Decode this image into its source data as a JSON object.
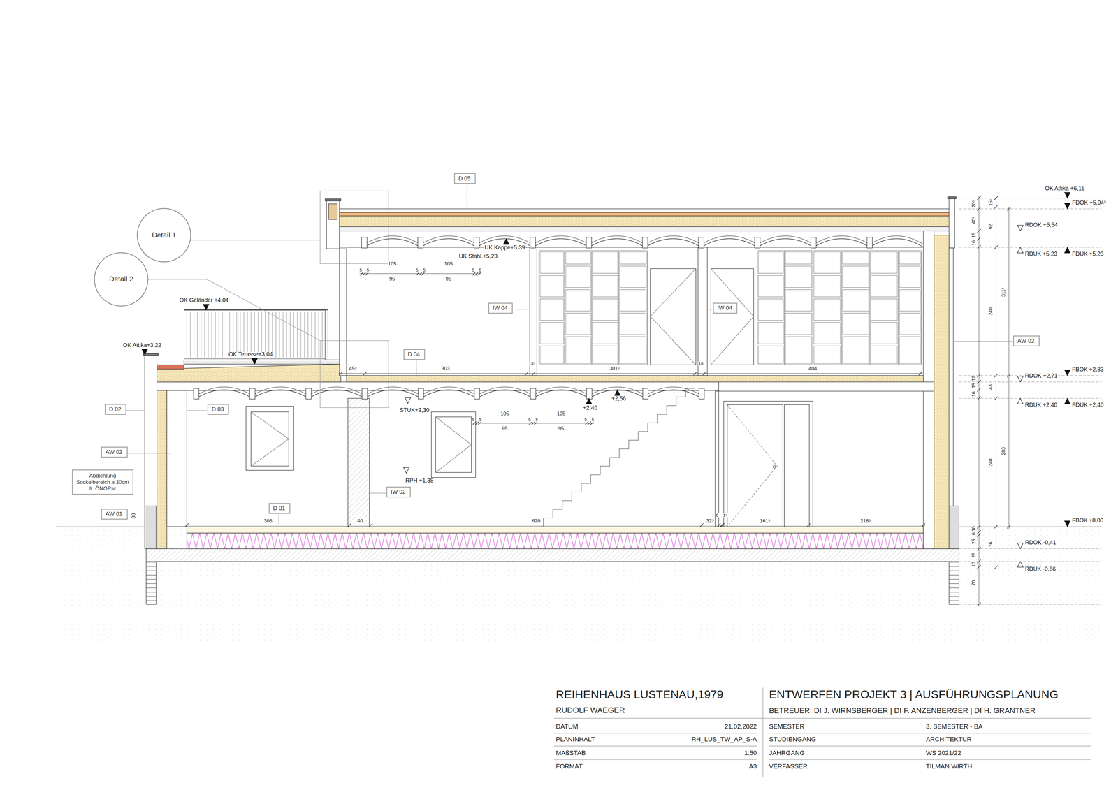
{
  "diagram": {
    "title": "REIHENHAUS LUSTENAU,1979",
    "nodes": [
      {
        "text": [
          "D 05"
        ]
      },
      {
        "text": [
          "Detail 1"
        ]
      },
      {
        "text": [
          "Detail 2"
        ]
      },
      {
        "text": [
          "IW 04"
        ]
      },
      {
        "text": [
          "IW 04"
        ]
      },
      {
        "text": [
          "AW 02"
        ]
      },
      {
        "text": [
          "D 04"
        ]
      },
      {
        "text": [
          "D 02"
        ]
      },
      {
        "text": [
          "D 03"
        ]
      },
      {
        "text": [
          "AW 02"
        ]
      },
      {
        "text": [
          "Abdichtung Sockelbereich ≥ 30cm lt. ÖNORM"
        ]
      },
      {
        "text": [
          "IW 02"
        ]
      },
      {
        "text": [
          "D 01"
        ]
      },
      {
        "text": [
          "AW 01"
        ]
      }
    ],
    "labels": [
      "UK Kappe+5,39",
      "UK Stahl.+5,23",
      "105",
      "105",
      "5",
      "5",
      "5",
      "5",
      "5",
      "5",
      "95",
      "95",
      "105",
      "105",
      "5",
      "5",
      "5",
      "5",
      "5",
      "5",
      "95",
      "95",
      "OK Geländer +4,04",
      "OK Attika+3,22",
      "OK Terasse+3,04",
      "45⁵",
      "303",
      "13⁵",
      "301⁵",
      "18",
      "404",
      "STUK+2,30",
      "+2,40",
      "+2,56",
      "RPH +1,38",
      "305",
      "40",
      "620",
      "32⁵",
      "6",
      "1⁵",
      "161⁵",
      "218⁵",
      "38",
      "OK Attika +6,15",
      "FDOK +5,94⁵",
      "RDOK +5,54",
      "RDUK +5,23",
      "FDUK +5,23",
      "FBOK +2,83",
      "RDOK +2,71",
      "RDUK +2,40",
      "FDUK +2,40",
      "FBOK ±0,00",
      "RDOK -0,41",
      "RDUK -0,66",
      "20⁵",
      "40⁵",
      "15",
      "16",
      "12",
      "15",
      "16",
      "10",
      "6",
      "25",
      "25",
      "10",
      "70",
      "15⁵",
      "92",
      "240",
      "43",
      "240",
      "76",
      "311⁵",
      "283",
      "RUDOLF WAEGER",
      "ENTWERFEN PROJEKT 3 | AUSFÜHRUNGSPLANUNG",
      "BETREUER: DI J. WIRNSBERGER | DI F. ANZENBERGER | DI H. GRANTNER",
      "DATUM",
      "21.02.2022",
      "PLANINHALT",
      "RH_LUS_TW_AP_S-A",
      "MAßSTAB",
      "1:50",
      "FORMAT",
      "A3",
      "SEMESTER",
      "3. SEMESTER - BA",
      "STUDIENGANG",
      "ARCHITEKTUR",
      "JAHRGANG",
      "WS 2021/22",
      "VERFASSER",
      "TILMAN WIRTH"
    ]
  }
}
